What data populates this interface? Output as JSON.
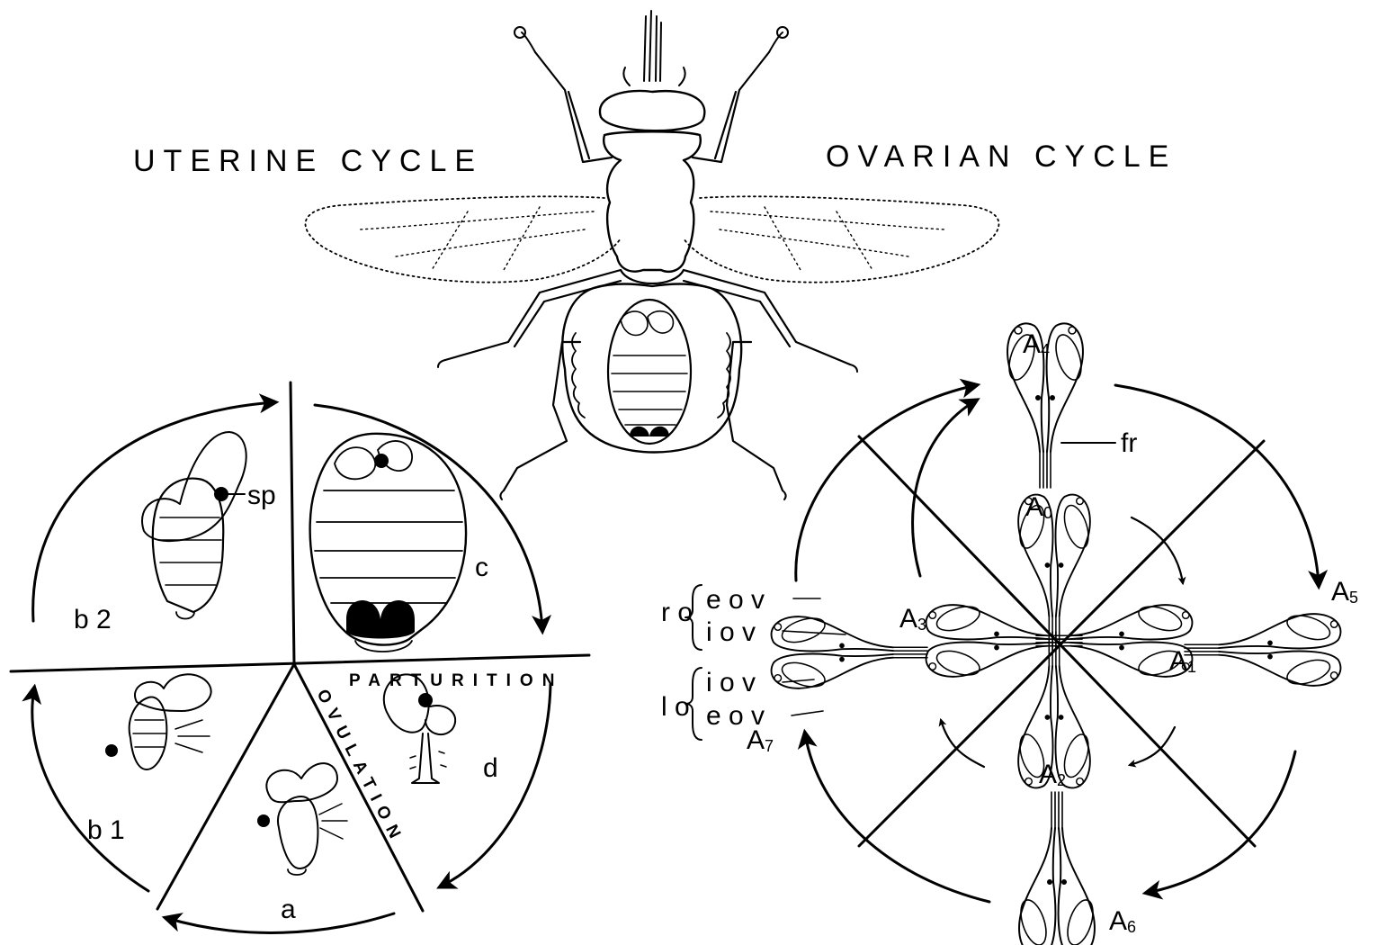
{
  "titles": {
    "uterine": "UTERINE CYCLE",
    "ovarian": "OVARIAN CYCLE"
  },
  "uterine": {
    "stages": {
      "b2": "b 2",
      "b1": "b 1",
      "c": "c",
      "d": "d",
      "a": "a"
    },
    "sp": "sp",
    "parturition": "PARTURITION",
    "ovulation": "OVULATION"
  },
  "ovarian": {
    "a4": {
      "main": "A",
      "sub": "4"
    },
    "a0": {
      "main": "A",
      "sub": "0"
    },
    "a5": {
      "main": "A",
      "sub": "5"
    },
    "a3": {
      "main": "A",
      "sub": "3"
    },
    "a1": {
      "main": "A",
      "sub": "1"
    },
    "a2": {
      "main": "A",
      "sub": "2"
    },
    "a7": {
      "main": "A",
      "sub": "7"
    },
    "a6": {
      "main": "A",
      "sub": "6"
    },
    "fr": "fr",
    "ro": "r o",
    "lo": "l o",
    "ro_eov": "e o v",
    "ro_iov": "i o v",
    "lo_iov": "i o v",
    "lo_eov": "e o v"
  }
}
